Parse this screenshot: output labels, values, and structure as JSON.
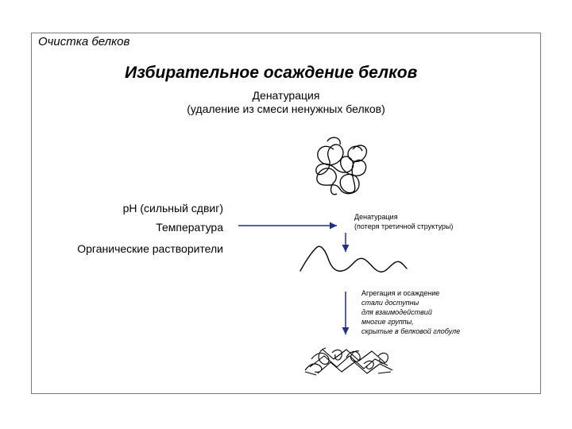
{
  "slide": {
    "label": "Очистка белков",
    "title": "Избирательное осаждение белков",
    "subtitle_line1": "Денатурация",
    "subtitle_line2": "(удаление из смеси ненужных белков)"
  },
  "factors": {
    "ph": "pH (сильный сдвиг)",
    "temperature": "Температура",
    "solvents": "Органические растворители"
  },
  "steps": {
    "denaturation_title": "Денатурация",
    "denaturation_desc": "(потеря третичной структуры)",
    "aggregation_title": "Агрегация и осаждение",
    "aggregation_body": [
      "стали доступны",
      "для взаимодействий",
      "многие группы,",
      "скрытые в белковой глобуле"
    ]
  },
  "colors": {
    "arrow": "#1f2f8c",
    "protein": "#000000",
    "frame": "#7a7a7a"
  }
}
